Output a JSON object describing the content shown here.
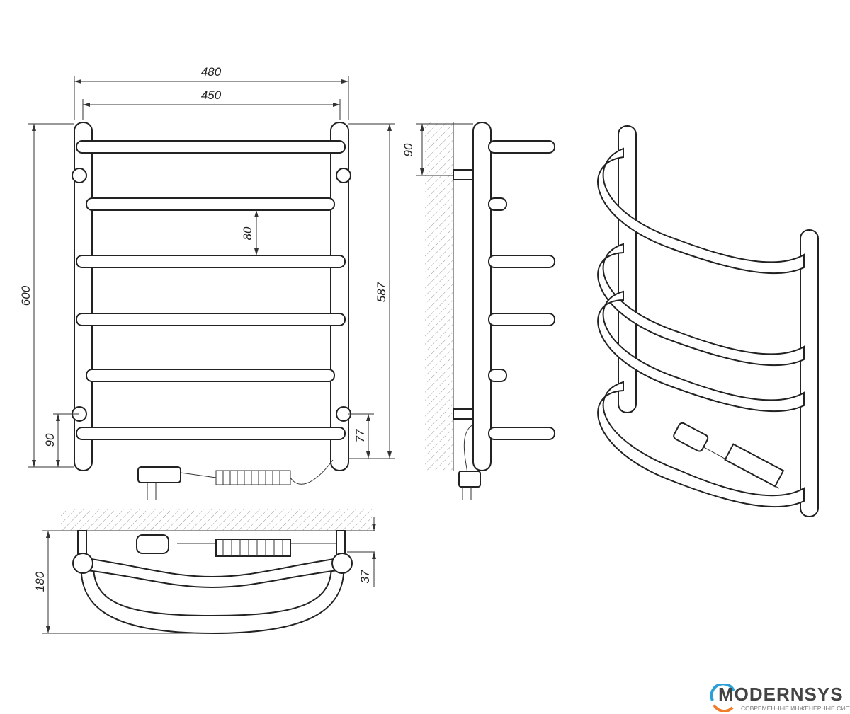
{
  "front_view": {
    "dims": {
      "width_outer": "480",
      "width_inner": "450",
      "height_total": "600",
      "height_posts": "587",
      "rail_gap": "80",
      "bottom_mount": "90",
      "bottom_right": "77"
    }
  },
  "side_view": {
    "dims": {
      "top_mount": "90"
    }
  },
  "top_view": {
    "dims": {
      "depth": "180",
      "wall_offset": "37"
    }
  },
  "logo": {
    "name": "MODERNSYS",
    "tagline": "СОВРЕМЕННЫЕ ИНЖЕНЕРНЫЕ СИСТЕМЫ",
    "accent_blue": "#2a9fd8",
    "accent_orange": "#f07d2a"
  }
}
